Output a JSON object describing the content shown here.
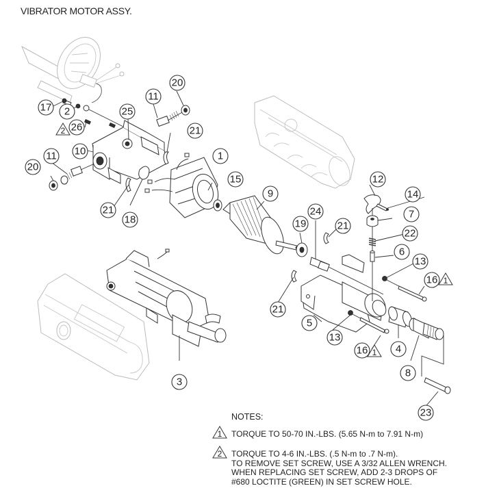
{
  "title": "VIBRATOR MOTOR ASSY.",
  "callouts": [
    {
      "id": "c1",
      "label": "1"
    },
    {
      "id": "c2",
      "label": "2"
    },
    {
      "id": "c3",
      "label": "3"
    },
    {
      "id": "c4",
      "label": "4"
    },
    {
      "id": "c5",
      "label": "5"
    },
    {
      "id": "c6",
      "label": "6"
    },
    {
      "id": "c7",
      "label": "7"
    },
    {
      "id": "c8",
      "label": "8"
    },
    {
      "id": "c9",
      "label": "9"
    },
    {
      "id": "c10",
      "label": "10"
    },
    {
      "id": "c11a",
      "label": "11"
    },
    {
      "id": "c11b",
      "label": "11"
    },
    {
      "id": "c12",
      "label": "12"
    },
    {
      "id": "c13a",
      "label": "13"
    },
    {
      "id": "c13b",
      "label": "13"
    },
    {
      "id": "c14",
      "label": "14"
    },
    {
      "id": "c15",
      "label": "15"
    },
    {
      "id": "c16a",
      "label": "16"
    },
    {
      "id": "c16b",
      "label": "16"
    },
    {
      "id": "c17",
      "label": "17"
    },
    {
      "id": "c18",
      "label": "18"
    },
    {
      "id": "c19",
      "label": "19"
    },
    {
      "id": "c20a",
      "label": "20"
    },
    {
      "id": "c20b",
      "label": "20"
    },
    {
      "id": "c21a",
      "label": "21"
    },
    {
      "id": "c21b",
      "label": "21"
    },
    {
      "id": "c21c",
      "label": "21"
    },
    {
      "id": "c21d",
      "label": "21"
    },
    {
      "id": "c22",
      "label": "22"
    },
    {
      "id": "c23",
      "label": "23"
    },
    {
      "id": "c24",
      "label": "24"
    },
    {
      "id": "c25",
      "label": "25"
    },
    {
      "id": "c26",
      "label": "26"
    }
  ],
  "note_markers": [
    {
      "id": "m2",
      "label": "2"
    },
    {
      "id": "m1a",
      "label": "1"
    },
    {
      "id": "m1b",
      "label": "1"
    }
  ],
  "notes": {
    "heading": "NOTES:",
    "items": [
      {
        "marker": "1",
        "lines": [
          "TORQUE TO 50-70 IN.-LBS. (5.65 N-m to 7.91 N-m)"
        ]
      },
      {
        "marker": "2",
        "lines": [
          "TORQUE TO 4-6 IN.-LBS. (.5 N-m to .7 N-m).",
          "TO REMOVE SET SCREW, USE A 3/32 ALLEN WRENCH.",
          "WHEN REPLACING SET SCREW, ADD 2-3 DROPS OF",
          "#680 LOCTITE (GREEN) IN SET SCREW HOLE."
        ]
      }
    ]
  }
}
